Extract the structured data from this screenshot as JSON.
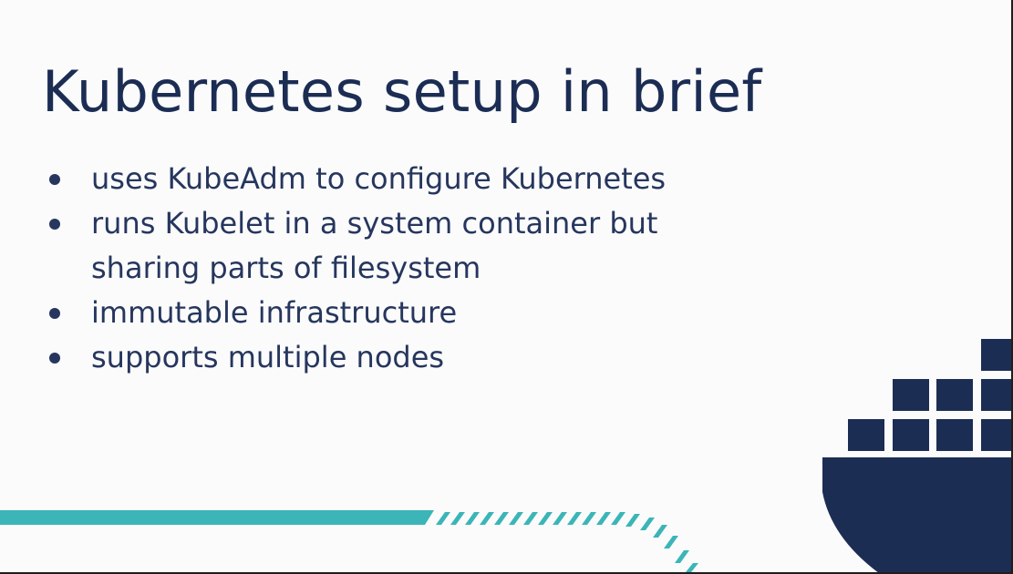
{
  "slide": {
    "title": "Kubernetes setup in brief",
    "bullets": [
      {
        "lines": [
          "uses KubeAdm to configure Kubernetes"
        ]
      },
      {
        "lines": [
          "runs Kubelet in a system container but",
          "sharing parts of filesystem"
        ]
      },
      {
        "lines": [
          "immutable infrastructure"
        ]
      },
      {
        "lines": [
          "supports multiple nodes"
        ]
      }
    ]
  },
  "colors": {
    "navy": "#1c2d54",
    "teal": "#3bb5b8",
    "background": "#fbfbfb"
  },
  "icons": [
    "container-ship-icon",
    "teal-stripe-decoration"
  ]
}
